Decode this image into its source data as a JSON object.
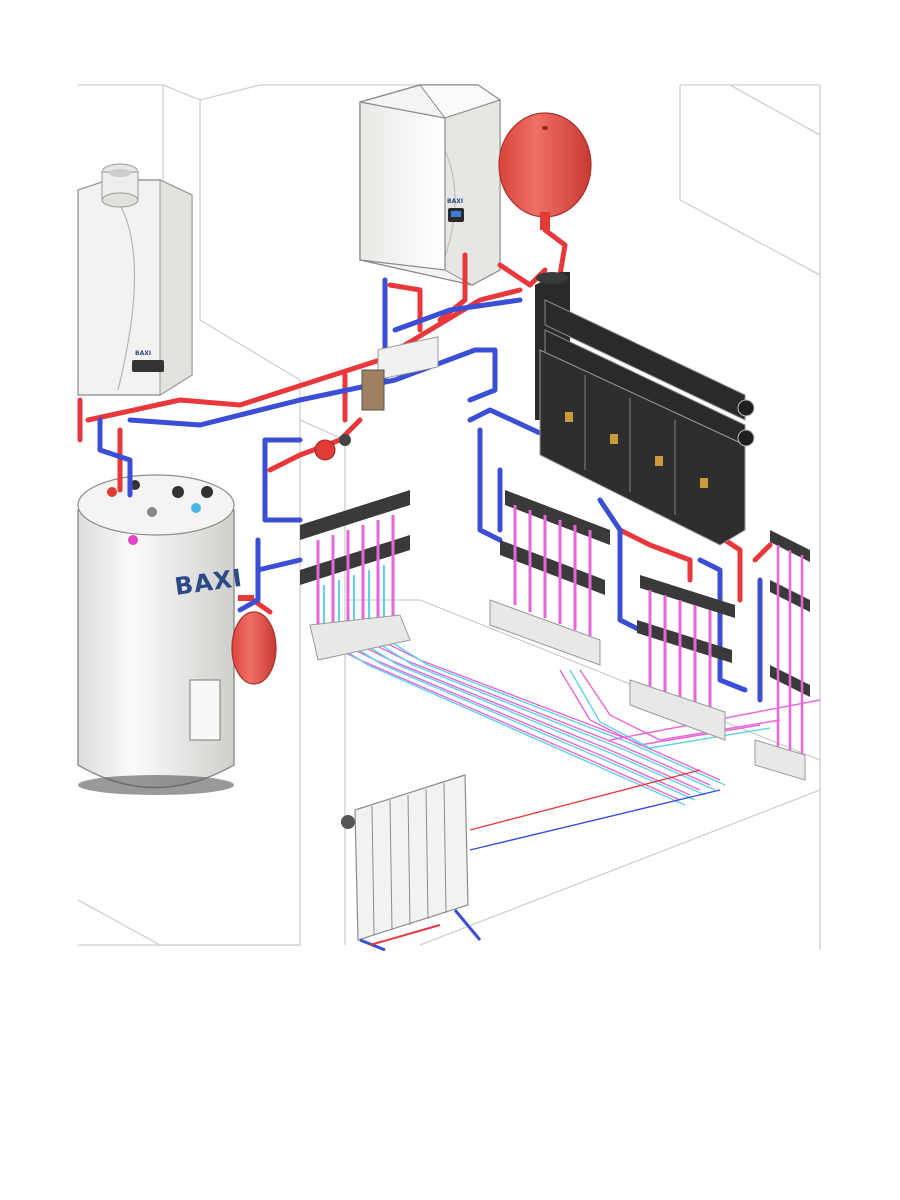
{
  "tank": {
    "brand": "BAXI"
  },
  "boiler_right": {
    "brand": "BAXI"
  },
  "boiler_left": {
    "brand": "BAXI"
  },
  "colors": {
    "background": "#ffffff",
    "wall_line": "#cfcfcf",
    "supply_pipe": "#e8383b",
    "return_pipe": "#3a4fd6",
    "pex_pink": "#e866d8",
    "pex_cyan": "#5fd3e6",
    "expansion_vessel": "#e8574e",
    "manifold_body": "#2a2a2a",
    "appliance_white": "#f2f2f0",
    "brand_blue": "#2b4a86"
  },
  "icons": [
    "boiler-icon",
    "cylinder-icon",
    "expansion-vessel-icon",
    "manifold-icon",
    "radiator-icon"
  ]
}
